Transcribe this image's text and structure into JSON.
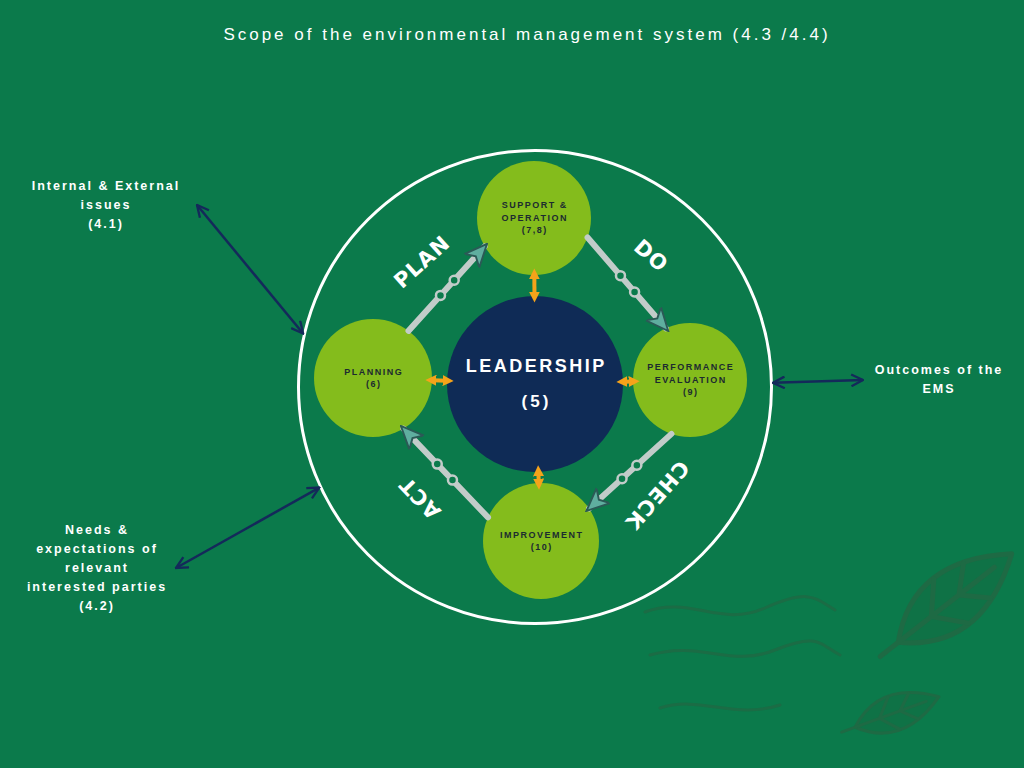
{
  "diagram": {
    "nodes": [
      {
        "text": [
          "Scope of the environmental management system (4.3 /4.4)"
        ]
      },
      {
        "text": [
          "Internal & External issues",
          "(4.1)"
        ]
      },
      {
        "text": [
          "SUPPORT & OPERATION",
          "(7,8)"
        ],
        "in": 0
      },
      {
        "text": [
          "PLANNING",
          "(6)"
        ],
        "in": 0
      },
      {
        "text": [
          "LEADERSHIP",
          "(5)"
        ],
        "in": 0
      },
      {
        "text": [
          "PERFORMANCE EVALUATION",
          "(9)"
        ],
        "in": 0
      },
      {
        "text": [
          "IMPROVEMENT",
          "(10)"
        ],
        "in": 0
      },
      {
        "text": [
          "Outcomes of the EMS"
        ]
      },
      {
        "text": [
          "Needs & expectations of relevant interested parties",
          "(4.2)"
        ]
      }
    ],
    "edges": [
      {
        "from": 1,
        "to": 0,
        "arrow": "both"
      },
      {
        "from": 4,
        "to": 2,
        "arrow": "both"
      },
      {
        "from": 4,
        "to": 3,
        "arrow": "both"
      },
      {
        "from": 4,
        "to": 5,
        "arrow": "both"
      },
      {
        "from": 4,
        "to": 6,
        "arrow": "both"
      },
      {
        "from": 3,
        "to": 2,
        "arrow": "to",
        "label": "PLAN"
      },
      {
        "from": 2,
        "to": 5,
        "arrow": "to",
        "label": "DO"
      },
      {
        "from": 5,
        "to": 6,
        "arrow": "to",
        "label": "CHECK"
      },
      {
        "from": 6,
        "to": 3,
        "arrow": "to",
        "label": "ACT"
      },
      {
        "from": 0,
        "to": 7,
        "arrow": "both"
      },
      {
        "from": 8,
        "to": 0,
        "arrow": "both"
      }
    ]
  }
}
